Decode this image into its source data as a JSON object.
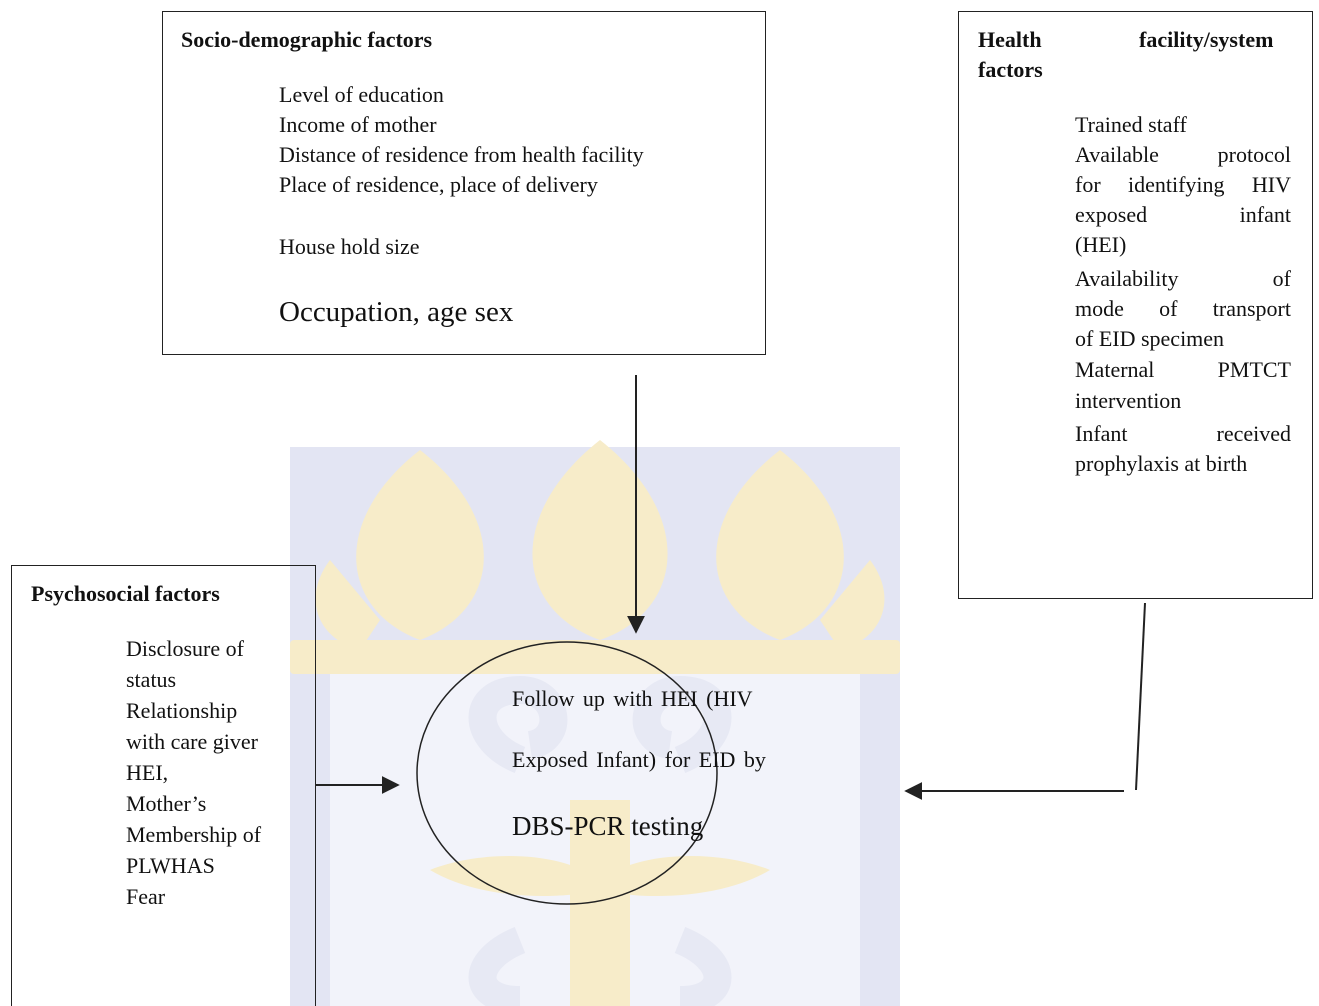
{
  "socio": {
    "title": "Socio-demographic factors",
    "items": [
      "Level of education",
      "Income of mother",
      "Distance of residence from health facility",
      "Place of residence, place of delivery",
      "House hold size",
      "Occupation, age sex"
    ]
  },
  "health": {
    "title_word1": "Health",
    "title_word2": "facility/system",
    "title_line2": "factors",
    "lines": [
      "Trained staff",
      "Available protocol",
      "for identifying HIV",
      "exposed infant",
      "(HEI)",
      "Availability of",
      "mode of transport",
      "of EID specimen",
      "Maternal PMTCT",
      "intervention",
      "Infant received",
      "prophylaxis at birth"
    ]
  },
  "psycho": {
    "title": "Psychosocial factors",
    "lines": [
      " Disclosure of",
      "status",
      " Relationship",
      "with care giver",
      " HEI,",
      "Mother’s",
      "Membership of",
      "PLWHAS",
      "Fear"
    ]
  },
  "outcome": {
    "lines": [
      "Follow up with HEI (HIV",
      "Exposed Infant) for EID by",
      "DBS-PCR testing"
    ]
  },
  "colors": {
    "watermark_gold": "#f6e9c4",
    "watermark_blue": "#dcdff0",
    "ink": "#111111"
  }
}
